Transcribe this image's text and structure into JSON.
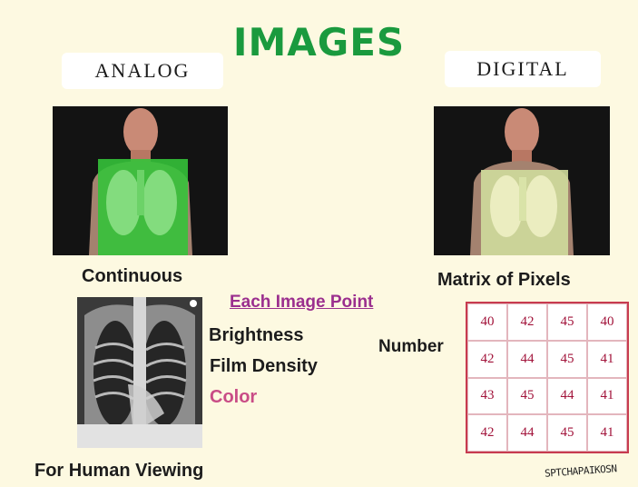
{
  "title": "IMAGES",
  "analog": {
    "label": "ANALOG",
    "caption": "Continuous",
    "properties": [
      "Brightness",
      "Film Density",
      "Color"
    ],
    "footer": "For Human Viewing"
  },
  "digital": {
    "label": "DIGITAL",
    "caption": "Matrix of Pixels",
    "number_label": "Number",
    "matrix": [
      [
        "40",
        "42",
        "45",
        "40"
      ],
      [
        "42",
        "44",
        "45",
        "41"
      ],
      [
        "43",
        "45",
        "44",
        "41"
      ],
      [
        "42",
        "44",
        "45",
        "41"
      ]
    ]
  },
  "center_heading": "Each Image Point",
  "signature": "SPTCHAPAIKOSN",
  "colors": {
    "title": "#1a9a3e",
    "heading": "#9b2f8e",
    "color_word": "#c94c86",
    "grid_border": "#c73b4f",
    "grid_text": "#a2133a"
  }
}
